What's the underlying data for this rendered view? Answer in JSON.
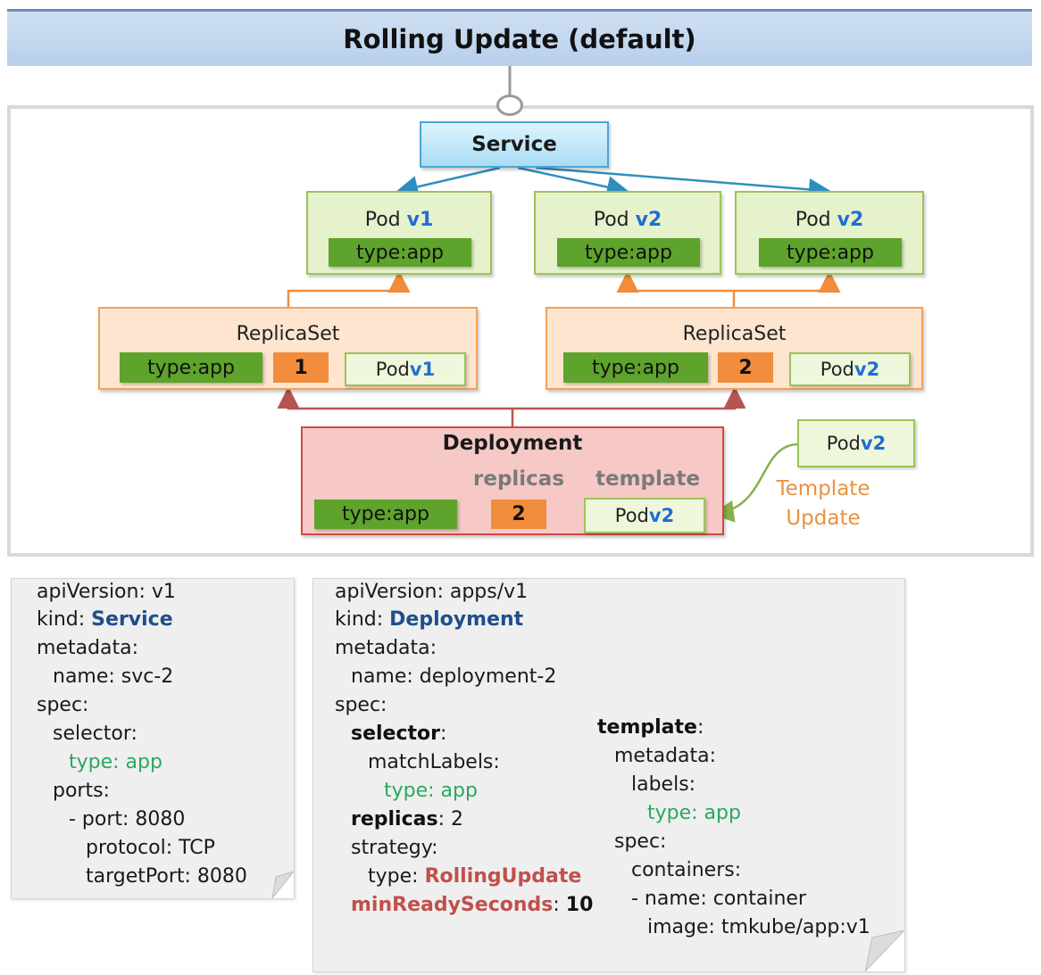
{
  "title": "Rolling Update (default)",
  "service": {
    "label": "Service"
  },
  "pods": [
    {
      "prefix": "Pod ",
      "version": "v1",
      "tag": "type:app"
    },
    {
      "prefix": "Pod ",
      "version": "v2",
      "tag": "type:app"
    },
    {
      "prefix": "Pod ",
      "version": "v2",
      "tag": "type:app"
    }
  ],
  "replicasets": [
    {
      "title": "ReplicaSet",
      "tag": "type:app",
      "count": "1",
      "pod_prefix": "Pod ",
      "pod_version": "v1"
    },
    {
      "title": "ReplicaSet",
      "tag": "type:app",
      "count": "2",
      "pod_prefix": "Pod ",
      "pod_version": "v2"
    }
  ],
  "deployment": {
    "title": "Deployment",
    "replicas_label": "replicas",
    "template_label": "template",
    "tag": "type:app",
    "replicas": "2",
    "pod_prefix": "Pod ",
    "pod_version": "v2"
  },
  "template_update": {
    "pod_prefix": "Pod ",
    "pod_version": "v2",
    "line1": "Template",
    "line2": "Update"
  },
  "service_yaml": {
    "l1": "apiVersion: v1",
    "l2a": "kind: ",
    "l2b": "Service",
    "l3": "metadata:",
    "l4": "name: svc-2",
    "l5": "spec:",
    "l6": "selector:",
    "l7": "type: app",
    "l8": "ports:",
    "l9": "- port: 8080",
    "l10": "protocol: TCP",
    "l11": "targetPort: 8080"
  },
  "deployment_yaml": {
    "l1": "apiVersion: apps/v1",
    "l2a": "kind: ",
    "l2b": "Deployment",
    "l3": "metadata:",
    "l4": "name: deployment-2",
    "l5": "spec:",
    "l6a": "selector",
    "l6b": ":",
    "l7": "matchLabels:",
    "l8": "type: app",
    "l9a": "replicas",
    "l9b": ": 2",
    "l10": "strategy:",
    "l11a": "type: ",
    "l11b": "RollingUpdate",
    "l12a": "minReadySeconds",
    "l12b": ": ",
    "l12c": "10",
    "r1a": "template",
    "r1b": ":",
    "r2": "metadata:",
    "r3": "labels:",
    "r4": "type: app",
    "r5": "spec:",
    "r6": "containers:",
    "r7": "- name: container",
    "r8": "image: tmkube/app:v1"
  },
  "colors": {
    "version": "#1f6fd1",
    "label_green": "#2aa85f",
    "kind_blue": "#1f4e8c",
    "strategy_red": "#c0504d",
    "template_update": "#e8923f"
  }
}
